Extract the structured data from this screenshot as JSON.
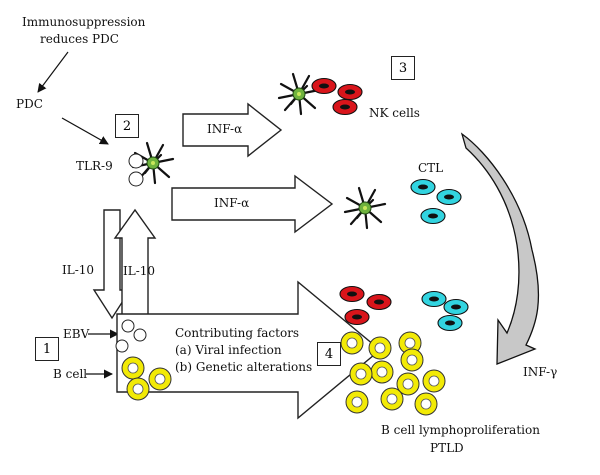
{
  "labels": {
    "immunosuppression_line1": "Immunosuppression",
    "immunosuppression_line2": "reduces PDC",
    "pdc": "PDC",
    "tlr9": "TLR-9",
    "inf_alpha_top": "INF-α",
    "inf_alpha_mid": "INF-α",
    "nk_cells": "NK cells",
    "ctl": "CTL",
    "il10_left": "IL-10",
    "il10_right": "IL-10",
    "ebv": "EBV",
    "b_cell": "B cell",
    "contributing_title": "Contributing factors",
    "factor_a": "(a) Viral infection",
    "factor_b": "(b) Genetic alterations",
    "inf_gamma": "INF-γ",
    "outcome_line1": "B cell lymphoproliferation",
    "outcome_line2": "PTLD"
  },
  "step_numbers": {
    "one": "1",
    "two": "2",
    "three": "3",
    "four": "4"
  },
  "colors": {
    "nk_cell": "#d9151b",
    "ctl_cell": "#32d4e0",
    "b_cell": "#f2ea06",
    "dendritic_core": "#6fb33e",
    "curved_arrow_fill": "#c8c8c8"
  }
}
